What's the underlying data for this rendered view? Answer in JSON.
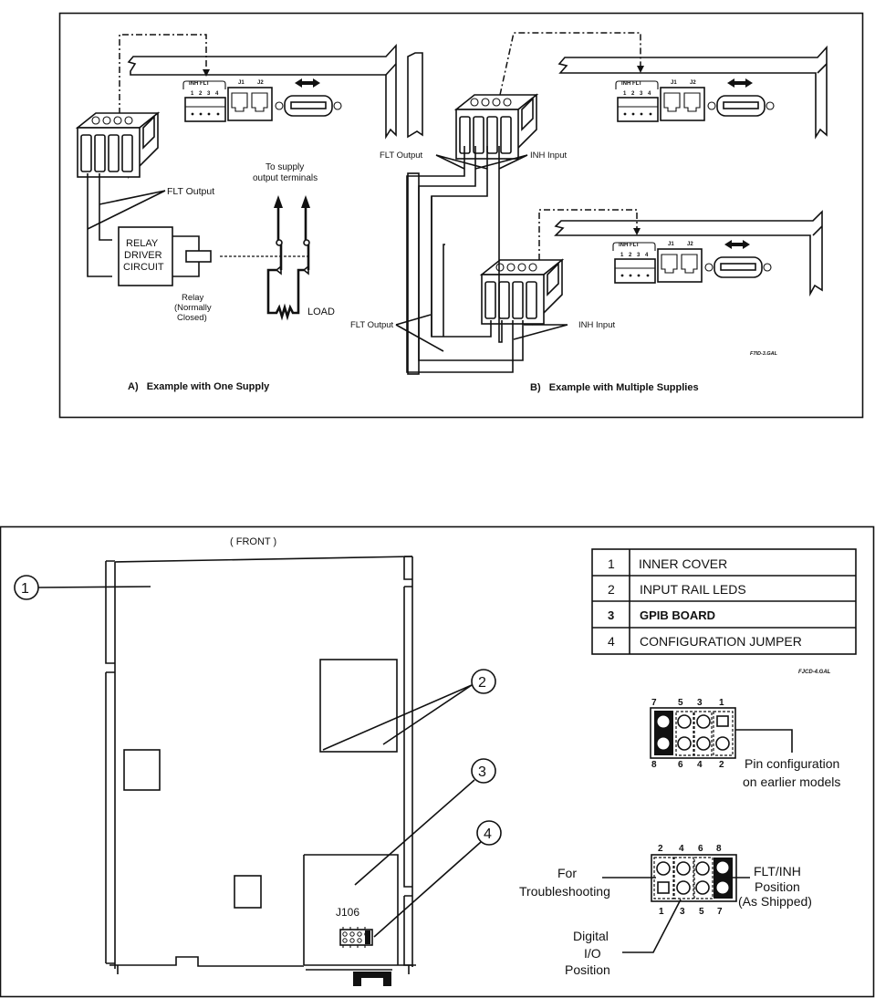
{
  "figure_a": {
    "caption": "A)   Example with One Supply",
    "label_to_supply_line1": "To supply",
    "label_to_supply_line2": "output terminals",
    "label_flt_output": "FLT Output",
    "relay_driver_line1": "RELAY",
    "relay_driver_line2": "DRIVER",
    "relay_driver_line3": "CIRCUIT",
    "relay_line1": "Relay",
    "relay_line2": "(Normally",
    "relay_line3": "Closed)",
    "load_label": "LOAD",
    "connector_header": "INH/FLT",
    "connector_pins": [
      "1",
      "2",
      "3",
      "4"
    ]
  },
  "figure_b": {
    "caption": "B)   Example with Multiple Supplies",
    "label_flt_output_top": "FLT Output",
    "label_inh_input_top": "INH Input",
    "label_flt_output_bottom": "FLT Output",
    "label_inh_input_bottom": "INH Input",
    "figure_code": "F7ID-3.GAL"
  },
  "board": {
    "front_label": "( FRONT )",
    "callouts": [
      "1",
      "2",
      "3",
      "4"
    ],
    "jumper_ref": "J106",
    "figure_code": "FJCD-4.GAL"
  },
  "legend": {
    "rows": [
      {
        "num": "1",
        "label": "INNER COVER"
      },
      {
        "num": "2",
        "label": "INPUT RAIL LEDS"
      },
      {
        "num": "3",
        "label": "GPIB BOARD"
      },
      {
        "num": "4",
        "label": "CONFIGURATION JUMPER"
      }
    ]
  },
  "earlier_pins": {
    "top_numbers": [
      "7",
      "5",
      "3",
      "1"
    ],
    "bottom_numbers": [
      "8",
      "6",
      "4",
      "2"
    ],
    "caption_line1": "Pin configuration",
    "caption_line2": "on earlier models"
  },
  "current_pins": {
    "top_numbers": [
      "2",
      "4",
      "6",
      "8"
    ],
    "bottom_numbers": [
      "1",
      "3",
      "5",
      "7"
    ],
    "label_for": "For",
    "label_troubleshooting": "Troubleshooting",
    "label_digital": "Digital",
    "label_io": "I/O",
    "label_position": "Position",
    "label_fltinh": "FLT/INH",
    "label_fltinh_position": "Position",
    "label_as_shipped": "(As Shipped)"
  }
}
